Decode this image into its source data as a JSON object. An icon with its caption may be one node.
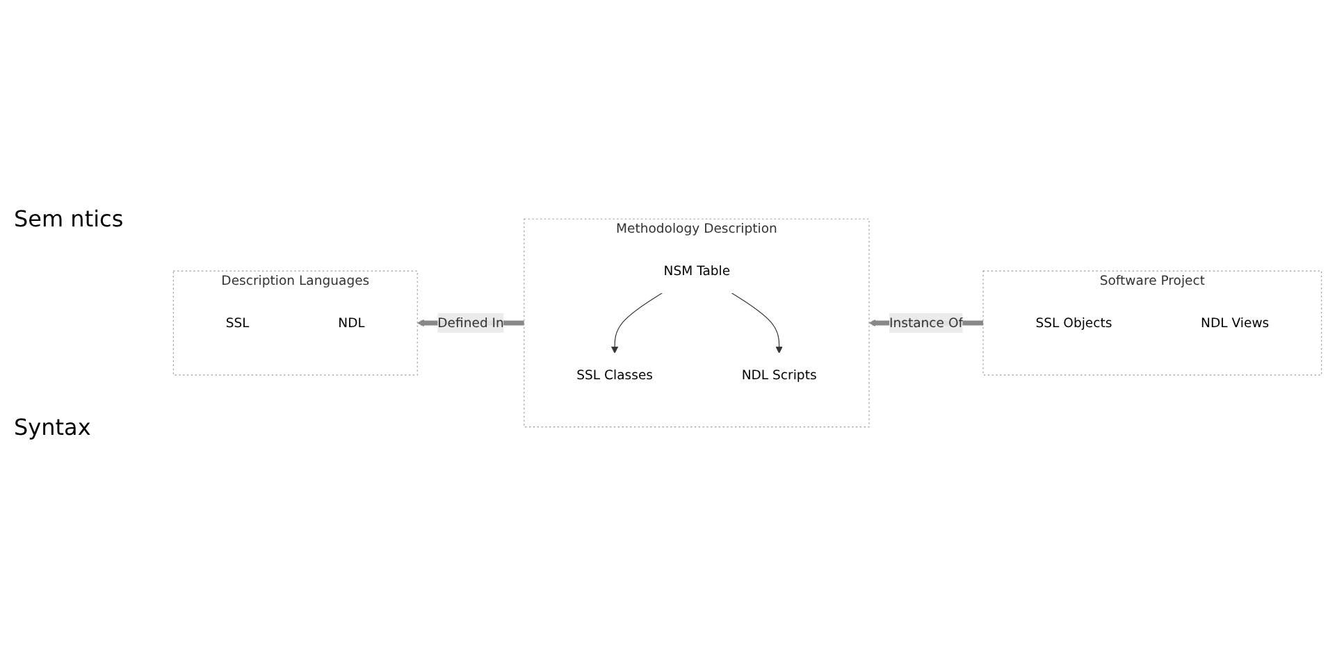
{
  "diagram": {
    "nodes": [
      {
        "text": [
          "Description Languages"
        ]
      },
      {
        "text": [
          "SSL"
        ],
        "in": 0
      },
      {
        "text": [
          "NDL"
        ],
        "in": 0
      },
      {
        "text": [
          "Methodology Description"
        ]
      },
      {
        "text": [
          "SSL Classes"
        ],
        "in": 3
      },
      {
        "text": [
          "NSM Table"
        ],
        "in": 3
      },
      {
        "text": [
          "NDL Scripts"
        ],
        "in": 3
      },
      {
        "text": [
          "Software Project"
        ]
      },
      {
        "text": [
          "SSL Objects"
        ],
        "in": 7
      },
      {
        "text": [
          "NDL Views"
        ],
        "in": 7
      }
    ],
    "edges": [
      {
        "from": 3,
        "to": 0,
        "arrow": "to",
        "label": "Defined In",
        "style": "thick",
        "color": "#888888"
      },
      {
        "from": 7,
        "to": 3,
        "arrow": "to",
        "label": "Instance Of",
        "style": "thick",
        "color": "#888888"
      },
      {
        "from": 5,
        "to": 4,
        "arrow": "to"
      },
      {
        "from": 5,
        "to": 6,
        "arrow": "to"
      }
    ],
    "labels": [
      "Sem ntics",
      "Syntax"
    ]
  }
}
